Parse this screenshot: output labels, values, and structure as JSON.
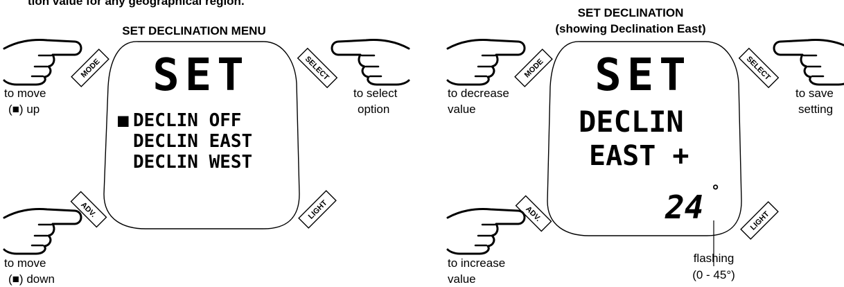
{
  "intro_text": "tion value for any geographical region.",
  "left_panel": {
    "title": "SET DECLINATION MENU",
    "display": {
      "heading": "SET",
      "menu": [
        {
          "marker": "■",
          "label": "DECLIN OFF"
        },
        {
          "marker": "",
          "label": "DECLIN EAST"
        },
        {
          "marker": "",
          "label": "DECLIN WEST"
        }
      ]
    },
    "buttons": {
      "mode": "MODE",
      "select": "SELECT",
      "adv": "ADV.",
      "light": "LIGHT"
    },
    "captions": {
      "mode_line1": "to move",
      "mode_line2": "(■) up",
      "select_line1": "to select",
      "select_line2": "option",
      "adv_line1": "to move",
      "adv_line2": "(■) down"
    }
  },
  "right_panel": {
    "title_line1": "SET DECLINATION",
    "title_line2": "(showing Declination East)",
    "display": {
      "heading": "SET",
      "line1": "DECLIN",
      "line2": "EAST +",
      "value": "24",
      "degree": "°"
    },
    "buttons": {
      "mode": "MODE",
      "select": "SELECT",
      "adv": "ADV.",
      "light": "LIGHT"
    },
    "captions": {
      "mode_line1": "to decrease",
      "mode_line2": "value",
      "select_line1": "to save",
      "select_line2": "setting",
      "adv_line1": "to increase",
      "adv_line2": "value",
      "flash_line1": "flashing",
      "flash_line2": "(0 - 45°)"
    }
  }
}
